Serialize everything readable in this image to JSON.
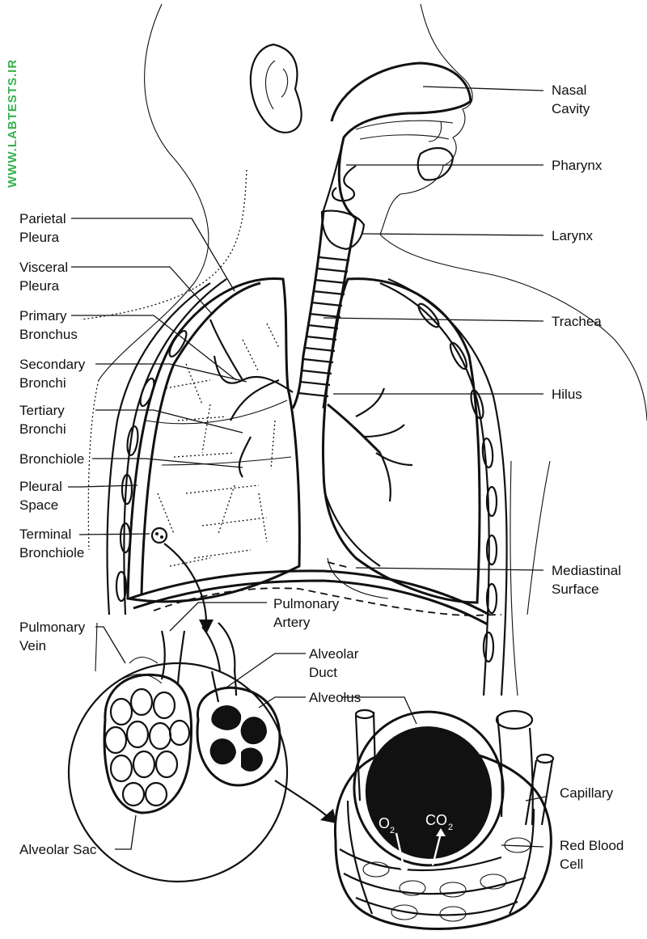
{
  "watermark": "WWW.LABTESTS.IR",
  "labels": {
    "nasal": [
      "Nasal",
      "Cavity"
    ],
    "pharynx": [
      "Pharynx"
    ],
    "larynx": [
      "Larynx"
    ],
    "trachea": [
      "Trachea"
    ],
    "hilus": [
      "Hilus"
    ],
    "mediastinal": [
      "Mediastinal",
      "Surface"
    ],
    "capillary": [
      "Capillary"
    ],
    "rbc": [
      "Red Blood",
      "Cell"
    ],
    "parietal": [
      "Parietal",
      "Pleura"
    ],
    "visceral": [
      "Visceral",
      "Pleura"
    ],
    "primary": [
      "Primary",
      "Bronchus"
    ],
    "secondary": [
      "Secondary",
      "Bronchi"
    ],
    "tertiary": [
      "Tertiary",
      "Bronchi"
    ],
    "bronchiole": [
      "Bronchiole"
    ],
    "pleural_space": [
      "Pleural",
      "Space"
    ],
    "terminal": [
      "Terminal",
      "Bronchiole"
    ],
    "pulm_vein": [
      "Pulmonary",
      "Vein"
    ],
    "pulm_artery": [
      "Pulmonary",
      "Artery"
    ],
    "alv_duct": [
      "Alveolar",
      "Duct"
    ],
    "alveolus": [
      "Alveolus"
    ],
    "alv_sac": [
      "Alveolar Sac"
    ]
  },
  "gases": {
    "o2": "O",
    "o2_sub": "2",
    "co2": "CO",
    "co2_sub": "2"
  }
}
